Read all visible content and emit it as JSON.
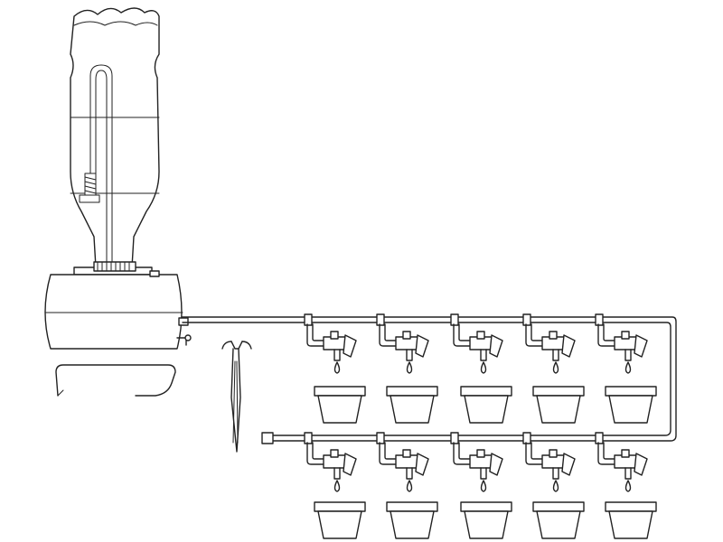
{
  "drawing": {
    "ink_color": "#222222",
    "background": "#ffffff"
  },
  "components": {
    "bottle": {
      "icon": "inverted-plastic-bottle-icon",
      "count": 1
    },
    "controller": {
      "icon": "drip-controller-reservoir-icon",
      "count": 1
    },
    "hanger_hook": {
      "icon": "s-hanger-hook-icon",
      "count": 1
    },
    "stake": {
      "icon": "drip-stake-icon",
      "count": 1
    },
    "rows": [
      {
        "name": "upper-row",
        "drippers": 5,
        "pots": 5
      },
      {
        "name": "lower-row",
        "drippers": 5,
        "pots": 5
      }
    ]
  }
}
